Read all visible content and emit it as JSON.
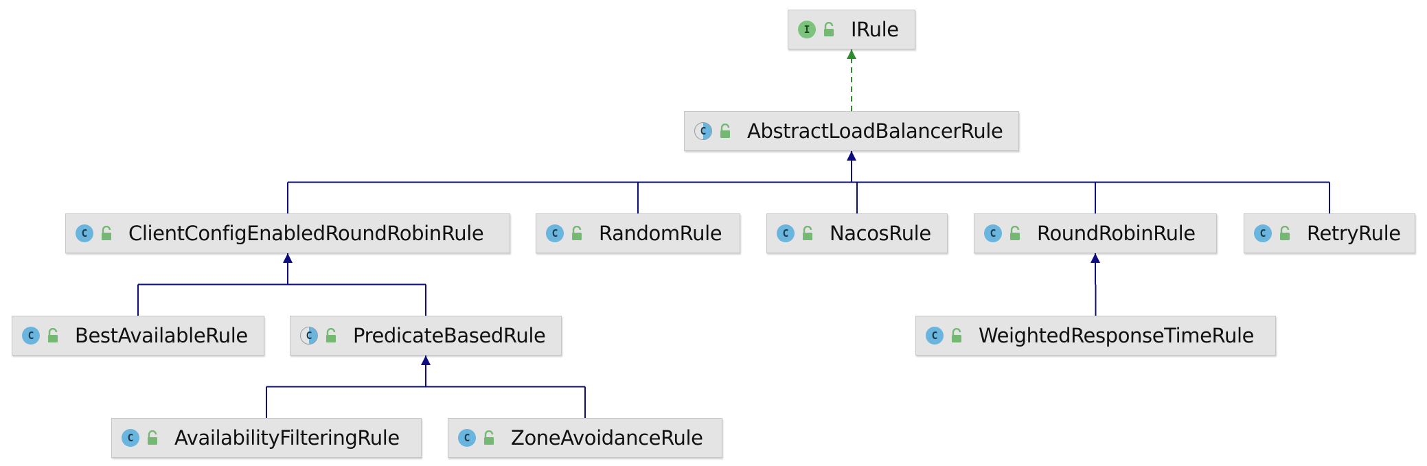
{
  "colors": {
    "inheritance": "#0d0d80",
    "realization": "#2e8b2e",
    "class_badge": "#6ab5dd",
    "interface_badge": "#7cc47e",
    "lock": "#74b874"
  },
  "nodes": [
    {
      "id": "IRule",
      "name": "IRule",
      "kind": "interface",
      "badge": "I"
    },
    {
      "id": "AbstractLoadBalancerRule",
      "name": "AbstractLoadBalancerRule",
      "kind": "abstract",
      "badge": "C"
    },
    {
      "id": "ClientConfigEnabledRoundRobinRule",
      "name": "ClientConfigEnabledRoundRobinRule",
      "kind": "class",
      "badge": "C"
    },
    {
      "id": "RandomRule",
      "name": "RandomRule",
      "kind": "class",
      "badge": "C"
    },
    {
      "id": "NacosRule",
      "name": "NacosRule",
      "kind": "class",
      "badge": "C"
    },
    {
      "id": "RoundRobinRule",
      "name": "RoundRobinRule",
      "kind": "class",
      "badge": "C"
    },
    {
      "id": "RetryRule",
      "name": "RetryRule",
      "kind": "class",
      "badge": "C"
    },
    {
      "id": "BestAvailableRule",
      "name": "BestAvailableRule",
      "kind": "class",
      "badge": "C"
    },
    {
      "id": "PredicateBasedRule",
      "name": "PredicateBasedRule",
      "kind": "abstract",
      "badge": "C"
    },
    {
      "id": "WeightedResponseTimeRule",
      "name": "WeightedResponseTimeRule",
      "kind": "class",
      "badge": "C"
    },
    {
      "id": "AvailabilityFilteringRule",
      "name": "AvailabilityFilteringRule",
      "kind": "class",
      "badge": "C"
    },
    {
      "id": "ZoneAvoidanceRule",
      "name": "ZoneAvoidanceRule",
      "kind": "class",
      "badge": "C"
    }
  ],
  "edges": [
    {
      "from": "AbstractLoadBalancerRule",
      "to": "IRule",
      "type": "implements"
    },
    {
      "from": "ClientConfigEnabledRoundRobinRule",
      "to": "AbstractLoadBalancerRule",
      "type": "extends"
    },
    {
      "from": "RandomRule",
      "to": "AbstractLoadBalancerRule",
      "type": "extends"
    },
    {
      "from": "NacosRule",
      "to": "AbstractLoadBalancerRule",
      "type": "extends"
    },
    {
      "from": "RoundRobinRule",
      "to": "AbstractLoadBalancerRule",
      "type": "extends"
    },
    {
      "from": "RetryRule",
      "to": "AbstractLoadBalancerRule",
      "type": "extends"
    },
    {
      "from": "BestAvailableRule",
      "to": "ClientConfigEnabledRoundRobinRule",
      "type": "extends"
    },
    {
      "from": "PredicateBasedRule",
      "to": "ClientConfigEnabledRoundRobinRule",
      "type": "extends"
    },
    {
      "from": "WeightedResponseTimeRule",
      "to": "RoundRobinRule",
      "type": "extends"
    },
    {
      "from": "AvailabilityFilteringRule",
      "to": "PredicateBasedRule",
      "type": "extends"
    },
    {
      "from": "ZoneAvoidanceRule",
      "to": "PredicateBasedRule",
      "type": "extends"
    }
  ]
}
